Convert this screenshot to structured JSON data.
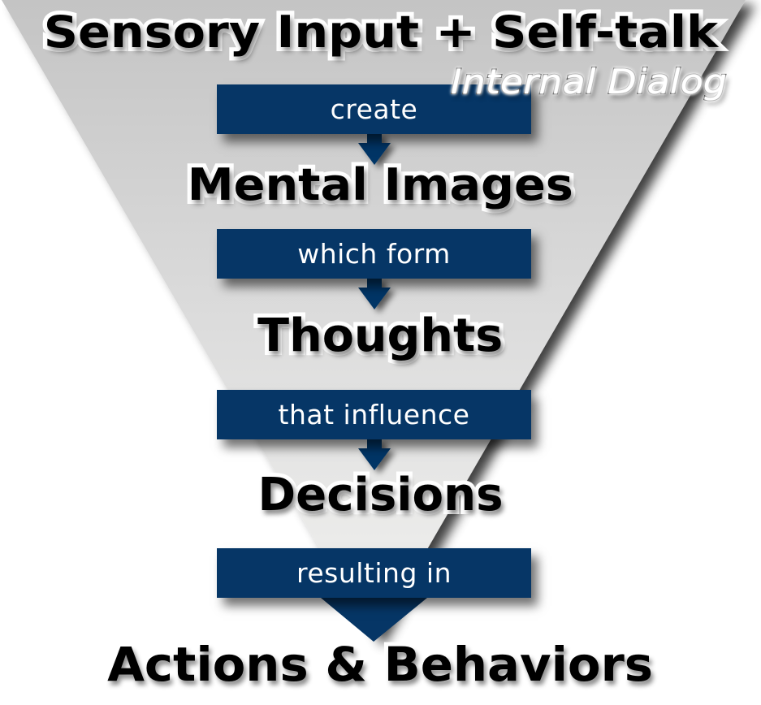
{
  "diagram": {
    "title": "Sensory Input + Self-talk",
    "subtitle": "Internal Dialog",
    "stages": [
      {
        "label": "Mental Images"
      },
      {
        "label": "Thoughts"
      },
      {
        "label": "Decisions"
      },
      {
        "label": "Actions & Behaviors"
      }
    ],
    "connectors": [
      {
        "label": "create"
      },
      {
        "label": "which form"
      },
      {
        "label": "that influence"
      },
      {
        "label": "resulting in"
      }
    ]
  },
  "colors": {
    "connector_fill": "#063666",
    "funnel_top": "#c4c4c4",
    "funnel_bottom": "#f2f2f0",
    "label_text": "#000000",
    "label_outline": "#ffffff"
  },
  "icons": {
    "arrow": "down-arrow-icon"
  }
}
